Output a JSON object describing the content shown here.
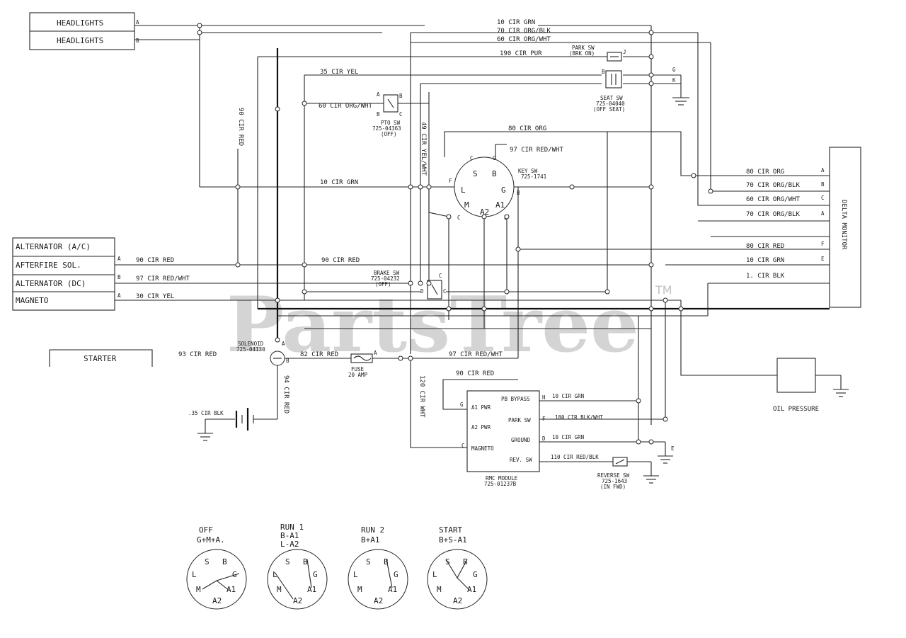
{
  "components": {
    "headlights_a": "HEADLIGHTS",
    "headlights_b": "HEADLIGHTS",
    "alternator_ac": "ALTERNATOR (A/C)",
    "afterfire_sol": "AFTERFIRE SOL.",
    "alternator_dc": "ALTERNATOR (DC)",
    "magneto": "MAGNETO",
    "starter": "STARTER",
    "delta_monitor": "DELTA MONITOR",
    "oil_pressure": "OIL PRESSURE",
    "battery_ground_wire": ".35 CIR BLK"
  },
  "wires": {
    "w10_grn_top": "10 CIR GRN",
    "w70_org_blk_top": "70 CIR ORG/BLK",
    "w60_org_wht_top": "60 CIR ORG/WHT",
    "w190_pur": "190 CIR PUR",
    "w35_yel": "35 CIR YEL",
    "w60_org_wht_pto": "60 CIR ORG/WHT",
    "w90_red_vert": "90 CIR RED",
    "w49_yel_wht": "49 CIR YEL/WHT",
    "w80_org": "80 CIR ORG",
    "w97_red_wht_key": "97 CIR RED/WHT",
    "w10_grn_mid": "10 CIR GRN",
    "w80_org_dm": "80 CIR ORG",
    "w70_org_blk_dm": "70 CIR ORG/BLK",
    "w60_org_wht_dm": "60 CIR ORG/WHT",
    "w70_org_blk_dm2": "70 CIR ORG/BLK",
    "w80_red_dm": "80 CIR RED",
    "w10_grn_dm": "10 CIR GRN",
    "w1_blk_dm": "1. CIR BLK",
    "w90_red_alt": "90 CIR RED",
    "w90_red_mid": "90 CIR RED",
    "w97_red_wht_alt": "97 CIR RED/WHT",
    "w30_yel_mag": "30 CIR YEL",
    "w93_red": "93 CIR RED",
    "w82_red": "82 CIR RED",
    "w97_red_wht_bottom": "97 CIR RED/WHT",
    "w90_red_rmc": "90 CIR RED",
    "w120_wht": "120 CIR WHT",
    "w94_red": "94 CIR RED",
    "w10_grn_rmc1": "10 CIR GRN",
    "w180_blk_wht": "180 CIR BLK/WHT",
    "w10_grn_rmc2": "10 CIR GRN",
    "w110_red_blk": "110 CIR RED/BLK"
  },
  "parts": {
    "park_sw": [
      "PARK SW",
      "(BRK ON)"
    ],
    "seat_sw": [
      "SEAT SW",
      "725-04040",
      "(OFF SEAT)"
    ],
    "pto_sw": [
      "PTO SW",
      "725-04363",
      "(OFF)"
    ],
    "key_sw": [
      "KEY SW",
      "725-1741"
    ],
    "brake_sw": [
      "BRAKE SW",
      "725-04232",
      "(OFF)"
    ],
    "solenoid": [
      "SOLENOID",
      "725-04130"
    ],
    "fuse": [
      "FUSE",
      "20 AMP"
    ],
    "rmc_module": [
      "RMC MODULE",
      "725-01237B"
    ],
    "reverse_sw": [
      "REVERSE SW",
      "725-1643",
      "(IN FWD)"
    ]
  },
  "rmc_pins": {
    "a1_pwr": "A1 PWR",
    "a2_pwr": "A2 PWR",
    "magneto": "MAGNETO",
    "pb_bypass": "PB BYPASS",
    "park_sw": "PARK SW",
    "ground": "GROUND",
    "rev_sw": "REV. SW"
  },
  "pin_letters": {
    "hl_a": "A",
    "hl_b": "B",
    "alt_ac": "A",
    "alt_dc": "B",
    "mag": "A",
    "park": "J",
    "seat_b": "B",
    "seat_g": "G",
    "seat_k": "K",
    "pto_a": "A",
    "pto_b1": "B",
    "pto_b2": "B",
    "pto_c": "C",
    "dm_a1": "A",
    "dm_b": "B",
    "dm_c": "C",
    "dm_a2": "A",
    "dm_f": "F",
    "dm_e": "E",
    "key_c": "C",
    "key_e": "E",
    "key_g": "G",
    "brake_c": "C",
    "brake_d": "D",
    "brake_c2": "C",
    "sol_a": "A",
    "sol_b": "B",
    "fuse_a": "A",
    "rmc_g": "G",
    "rmc_c": "C",
    "rmc_h": "H",
    "rmc_f": "F",
    "rmc_d": "D",
    "rmc_e": "E"
  },
  "key_switch": {
    "S": "S",
    "B": "B",
    "G": "G",
    "L": "L",
    "M": "M",
    "A1": "A1",
    "A2": "A2"
  },
  "positions": [
    {
      "name": "OFF",
      "combo": "G+M+A."
    },
    {
      "name": "RUN 1",
      "combo": "B-A1",
      "combo2": "L-A2"
    },
    {
      "name": "RUN 2",
      "combo": "B+A1"
    },
    {
      "name": "START",
      "combo": "B+S-A1"
    }
  ],
  "watermark": {
    "text": "PartsTree",
    "tm": "TM"
  }
}
